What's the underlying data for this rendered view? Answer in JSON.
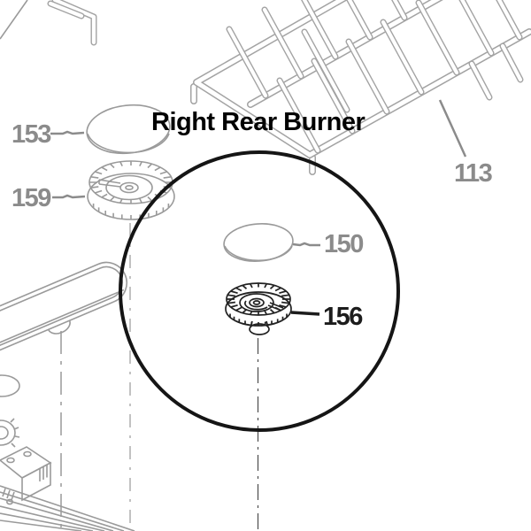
{
  "diagram": {
    "title": "Right Rear Burner",
    "callouts": [
      {
        "part": "153"
      },
      {
        "part": "159"
      },
      {
        "part": "113"
      },
      {
        "part": "150"
      },
      {
        "part": "156"
      }
    ]
  },
  "colors": {
    "ink": "#000000",
    "line_gray": "#9a9a9a",
    "label_gray": "#8b8b8b",
    "highlight_black": "#1c1c1c"
  }
}
